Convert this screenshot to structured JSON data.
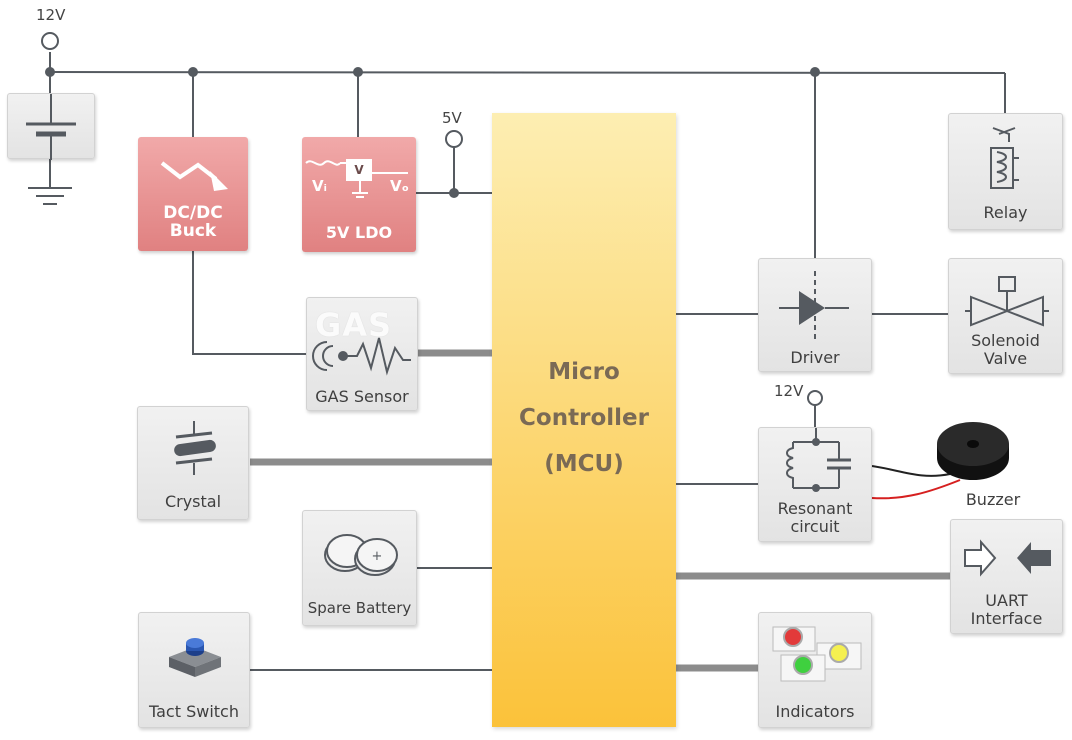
{
  "rails": {
    "top": "12V",
    "ldo_out": "5V",
    "resonant": "12V"
  },
  "mcu": {
    "line1": "Micro",
    "line2": "Controller",
    "line3": "(MCU)"
  },
  "blocks": {
    "dcdc": {
      "line1": "DC/DC",
      "line2": "Buck"
    },
    "ldo": {
      "label": "5V LDO",
      "vin": "Vᵢ",
      "vout": "Vₒ",
      "v": "V"
    },
    "gas": {
      "label": "GAS Sensor",
      "word": "GAS"
    },
    "crystal": {
      "label": "Crystal"
    },
    "battery": {
      "label": "Spare Battery"
    },
    "tact": {
      "label": "Tact Switch"
    },
    "relay": {
      "label": "Relay"
    },
    "driver": {
      "label": "Driver"
    },
    "valve": {
      "line1": "Solenoid",
      "line2": "Valve"
    },
    "resonant": {
      "line1": "Resonant",
      "line2": "circuit"
    },
    "buzzer": {
      "label": "Buzzer"
    },
    "uart": {
      "line1": "UART",
      "line2": "Interface"
    },
    "indicators": {
      "label": "Indicators"
    }
  },
  "colors": {
    "mcu_top": "#fdeeb2",
    "mcu_bottom": "#fbc23a",
    "power_block": "#e38a8a",
    "wire": "#555a60",
    "bus": "#8c8c8c"
  }
}
